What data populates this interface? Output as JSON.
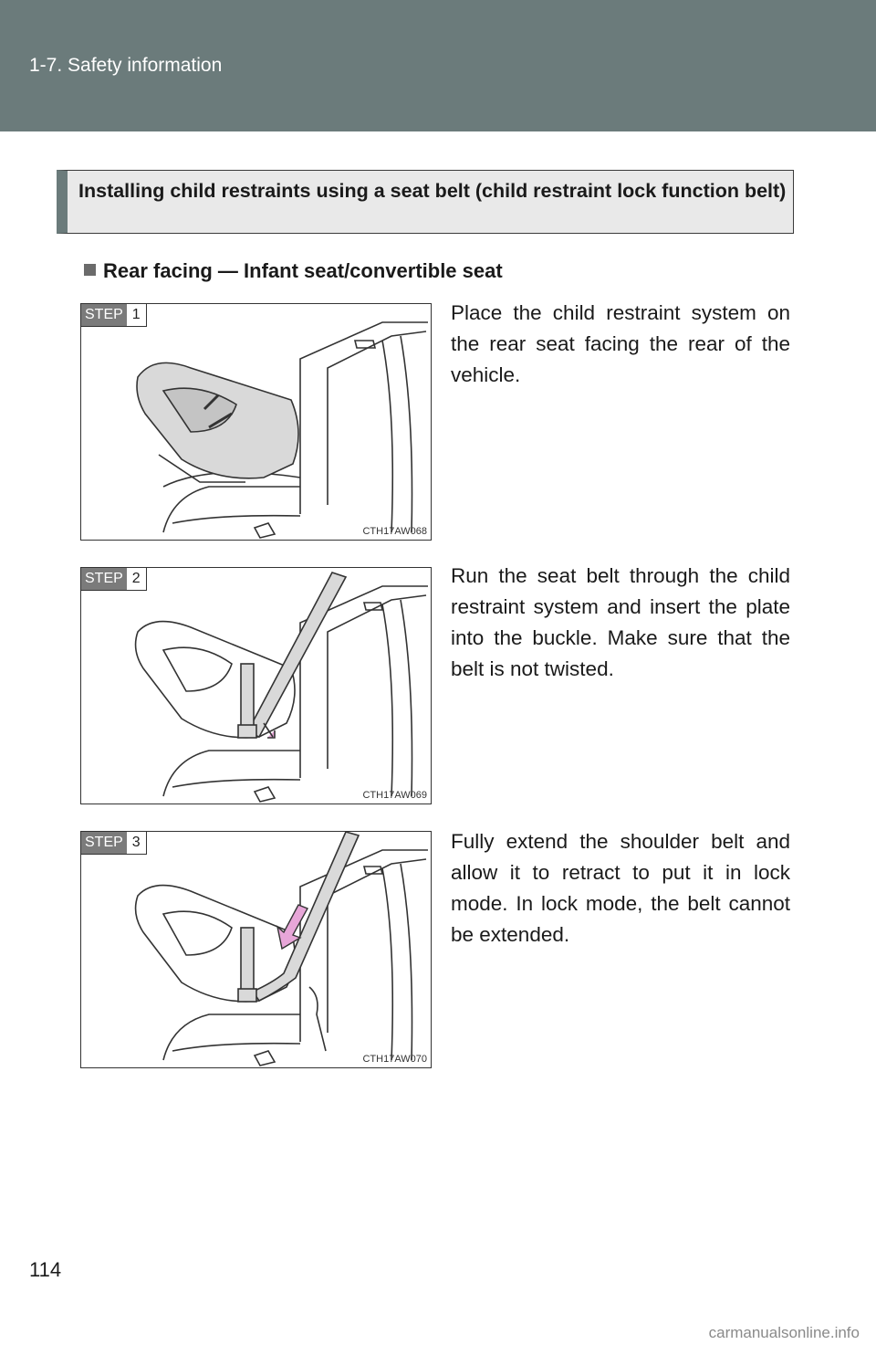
{
  "header": {
    "section": "1-7. Safety information"
  },
  "title": "Installing child restraints using a seat belt (child restraint lock function belt)",
  "subheading": "Rear facing — Infant seat/convertible seat",
  "steps": [
    {
      "step_label": "STEP",
      "step_number": "1",
      "figure_code": "CTH17AW068",
      "text": "Place the child restraint system on the rear seat facing the rear of the vehicle."
    },
    {
      "step_label": "STEP",
      "step_number": "2",
      "figure_code": "CTH17AW069",
      "text": "Run the seat belt through the child restraint system and insert the plate into the buckle. Make sure that the belt is not twisted."
    },
    {
      "step_label": "STEP",
      "step_number": "3",
      "figure_code": "CTH17AW070",
      "text": "Fully extend the shoulder belt and allow it to retract to put it in lock mode. In lock mode, the belt cannot be extended."
    }
  ],
  "page_number": "114",
  "watermark": "carmanualsonline.info",
  "colors": {
    "header_bg": "#6b7b7b",
    "arrow": "#e7a6d8"
  }
}
